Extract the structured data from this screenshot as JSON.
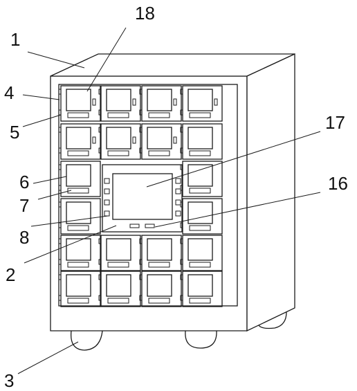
{
  "diagram": {
    "type": "patent-drawing",
    "subject": "locker cabinet with central touch-screen terminal, shown in perspective on wheels",
    "colors": {
      "line": "#1a1a1a",
      "background": "#ffffff"
    },
    "callouts": [
      {
        "id": "c1",
        "label": "1"
      },
      {
        "id": "c18",
        "label": "18"
      },
      {
        "id": "c4",
        "label": "4"
      },
      {
        "id": "c5",
        "label": "5"
      },
      {
        "id": "c17",
        "label": "17"
      },
      {
        "id": "c6",
        "label": "6"
      },
      {
        "id": "c16",
        "label": "16"
      },
      {
        "id": "c7",
        "label": "7"
      },
      {
        "id": "c8",
        "label": "8"
      },
      {
        "id": "c2",
        "label": "2"
      },
      {
        "id": "c3",
        "label": "3"
      }
    ]
  }
}
